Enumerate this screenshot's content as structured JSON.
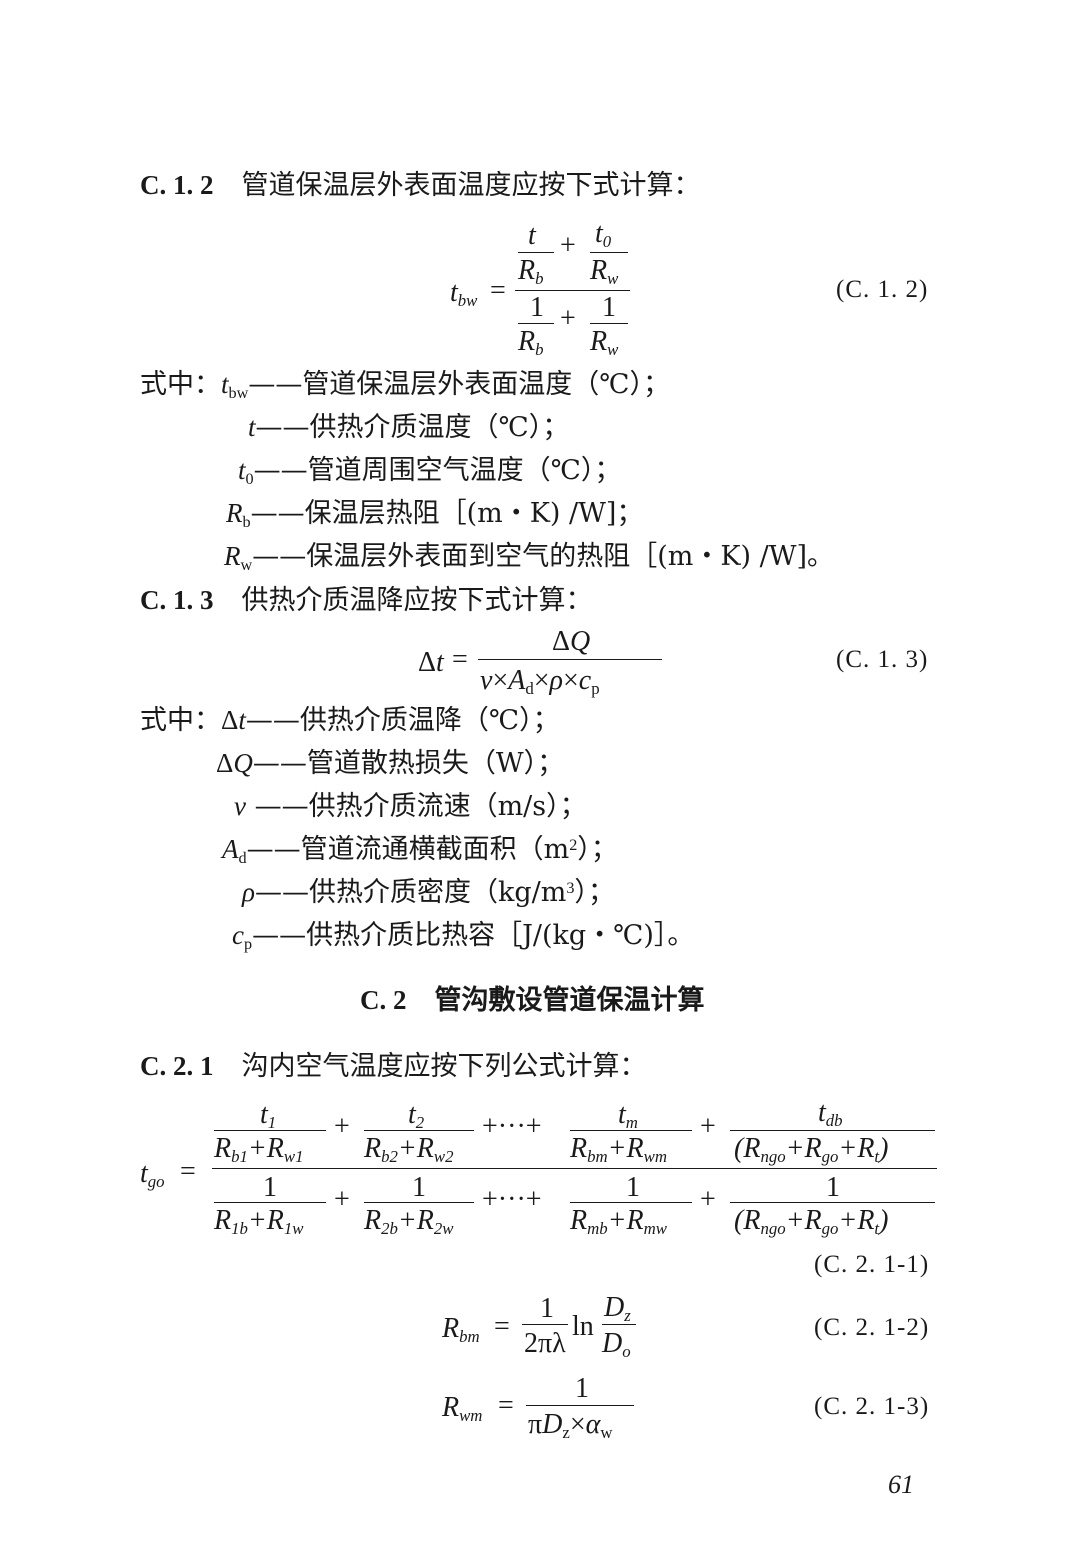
{
  "sym": {
    "eq": "=",
    "plus": "+",
    "times": "×",
    "delta": "Δ",
    "dash": "——"
  },
  "labels": {
    "where": "式中："
  },
  "c12": {
    "num": "C. 1. 2",
    "text": "管道保温层外表面温度应按下式计算："
  },
  "f12": {
    "lhs_sym": "t",
    "lhs_sub": "bw",
    "n1_num": "t",
    "zero": "0",
    "R": "R",
    "b": "b",
    "w": "w",
    "one": "1",
    "eqno": "(C. 1. 2)"
  },
  "defs12": {
    "tbw": "管道保温层外表面温度（℃）；",
    "t": "供热介质温度（℃）；",
    "t0": "管道周围空气温度（℃）；",
    "rb": "保温层热阻［(m・K) /W]；",
    "rw": "保温层外表面到空气的热阻［(m・K) /W]。"
  },
  "c13": {
    "num": "C. 1. 3",
    "text": "供热介质温降应按下式计算："
  },
  "f13": {
    "Q": "Q",
    "v": "v",
    "A": "A",
    "d": "d",
    "rho": "ρ",
    "c": "c",
    "p": "p",
    "eqno": "(C. 1. 3)"
  },
  "defs13": {
    "dt": "供热介质温降（℃）；",
    "dq": "管道散热损失（W）；",
    "v": "供热介质流速（m/s）；",
    "ad": "管道流通横截面积（m",
    "ad_sup": "2",
    "ad_end": "）；",
    "rho": "供热介质密度（kg/m",
    "rho_sup": "3",
    "rho_end": "）；",
    "cp": "供热介质比热容［J/(kg・℃)］。"
  },
  "sec2": {
    "num": "C. 2",
    "title": "管沟敷设管道保温计算"
  },
  "c21": {
    "num": "C. 2. 1",
    "text": "沟内空气温度应按下列公式计算："
  },
  "f21": {
    "go": "go",
    "one": "1",
    "two": "2",
    "m": "m",
    "db": "db",
    "b1": "b1",
    "w1": "w1",
    "b2": "b2",
    "w2": "w2",
    "bm": "bm",
    "wm": "wm",
    "ngo": "ngo",
    "t": "t",
    "lp": "(",
    "rp": ")",
    "dots": "+···+",
    "d1b": "1b",
    "d1w": "1w",
    "d2b": "2b",
    "d2w": "2w",
    "mb": "mb",
    "mw": "mw",
    "eqno": "(C. 2. 1-1)"
  },
  "f22": {
    "den": "2πλ",
    "ln": "ln",
    "D": "D",
    "z": "z",
    "o": "o",
    "eqno": "(C. 2. 1-2)"
  },
  "f23": {
    "pi": "π",
    "alpha": "α",
    "eqno": "(C. 2. 1-3)"
  },
  "page": {
    "number": "61"
  }
}
